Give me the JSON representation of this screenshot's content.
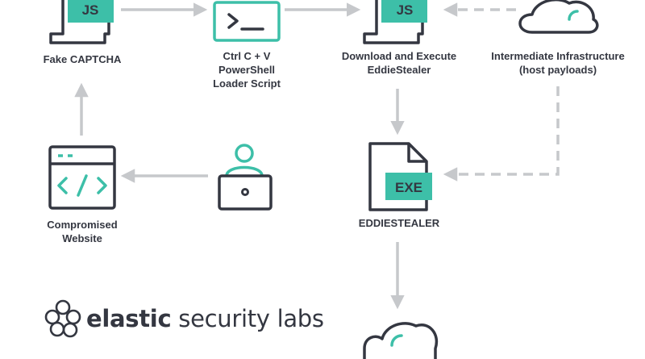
{
  "nodes": {
    "fake_captcha": {
      "badge": "JS",
      "label": [
        "Fake CAPTCHA"
      ]
    },
    "loader_script": {
      "label": [
        "Ctrl C + V",
        "PowerShell",
        "Loader Script"
      ]
    },
    "download_execute": {
      "badge": "JS",
      "label": [
        "Download and Execute",
        "EddieStealer"
      ]
    },
    "infrastructure": {
      "label": [
        "Intermediate Infrastructure",
        "(host payloads)"
      ]
    },
    "compromised_site": {
      "label": [
        "Compromised",
        "Website"
      ]
    },
    "user": {
      "label": []
    },
    "eddiestealer": {
      "badge": "EXE",
      "label": [
        "EDDIESTEALER"
      ]
    },
    "c2_cloud": {
      "label": []
    }
  },
  "brand": {
    "bold": "elastic",
    "light": " security labs"
  },
  "colors": {
    "accent": "#3dbfa8",
    "outline": "#343741",
    "arrow": "#c6c8cb"
  }
}
